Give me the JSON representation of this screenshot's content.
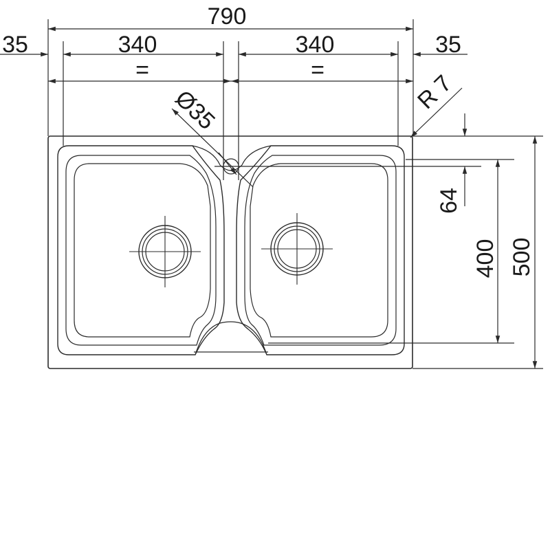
{
  "dimensions": {
    "overall_width": "790",
    "left_margin": "35",
    "right_margin": "35",
    "left_bowl_width": "340",
    "right_bowl_width": "340",
    "left_equal": "=",
    "right_equal": "=",
    "overflow_diameter": "Ø35",
    "corner_radius": "R 7",
    "tap_offset": "64",
    "bowl_depth": "400",
    "overall_depth": "500"
  },
  "colors": {
    "line": "#2a2a2a",
    "background": "#ffffff"
  }
}
